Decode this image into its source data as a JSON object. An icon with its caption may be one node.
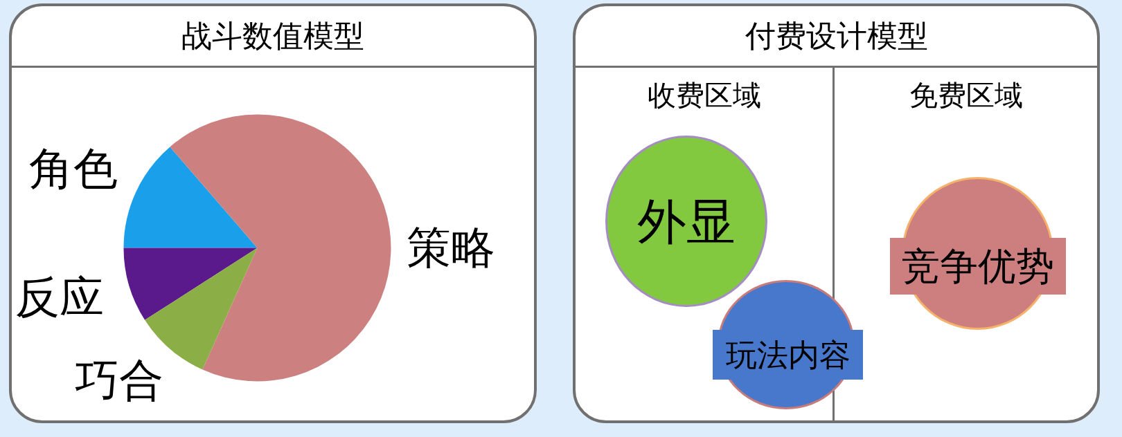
{
  "diagram": {
    "nodes": [
      {
        "text": [
          "战斗数值模型"
        ]
      },
      {
        "text": [
          "付费设计模型"
        ]
      },
      {
        "text": [
          "收费区域"
        ],
        "in": 1
      },
      {
        "text": [
          "免费区域"
        ],
        "in": 1
      },
      {
        "text": [
          "外显"
        ],
        "in": 2
      },
      {
        "text": [
          "玩法内容"
        ],
        "in": 1
      },
      {
        "text": [
          "竞争优势"
        ],
        "in": 3
      }
    ],
    "labels": [
      "角色",
      "策略",
      "反应",
      "巧合"
    ]
  }
}
